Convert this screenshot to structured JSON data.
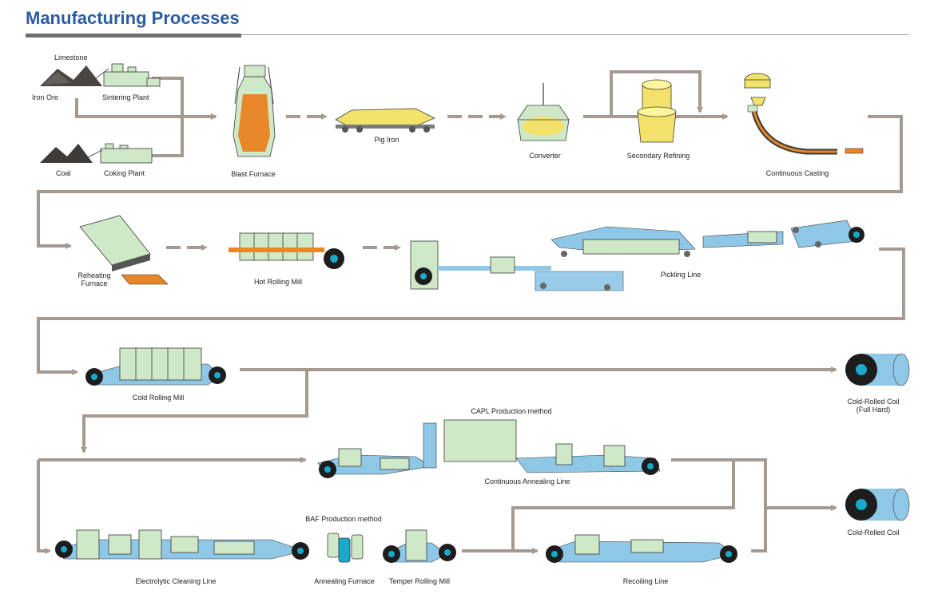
{
  "title": "Manufacturing Processes",
  "colors": {
    "title": "#2a5ea3",
    "flow_line": "#a69a90",
    "equipment_green": "#cfe8c8",
    "equipment_outline": "#3a3a3a",
    "strip_blue": "#8fc7e6",
    "coil_teal": "#1aa9c9",
    "molten_orange": "#e8862a",
    "yellow": "#f3e26a"
  },
  "labels": {
    "limestone": "Limestone",
    "iron_ore": "Iron Ore",
    "sintering_plant": "Sintering Plant",
    "coal": "Coal",
    "coking_plant": "Coking Plant",
    "blast_furnace": "Blast Furnace",
    "pig_iron": "Pig Iron",
    "converter": "Converter",
    "secondary_refining": "Secondary Refining",
    "continuous_casting": "Continuous Casting",
    "reheating_furnace_1": "Reheating",
    "reheating_furnace_2": "Furnace",
    "hot_rolling_mill": "Hot Rolling Mill",
    "pickling_line": "Pickling Line",
    "cold_rolling_mill": "Cold Rolling Mill",
    "cold_rolled_coil_full_hard_1": "Cold-Rolled Coil",
    "cold_rolled_coil_full_hard_2": "(Full Hard)",
    "capl_method": "CAPL Production method",
    "continuous_annealing_line": "Continuous Annealing Line",
    "baf_method": "BAF Production method",
    "electrolytic_cleaning_line": "Electrolytic Cleaning Line",
    "annealing_furnace": "Annealing Furnace",
    "temper_rolling_mill": "Temper Rolling Mill",
    "recoiling_line": "Recoiling Line",
    "cold_rolled_coil": "Cold-Rolled Coil"
  }
}
